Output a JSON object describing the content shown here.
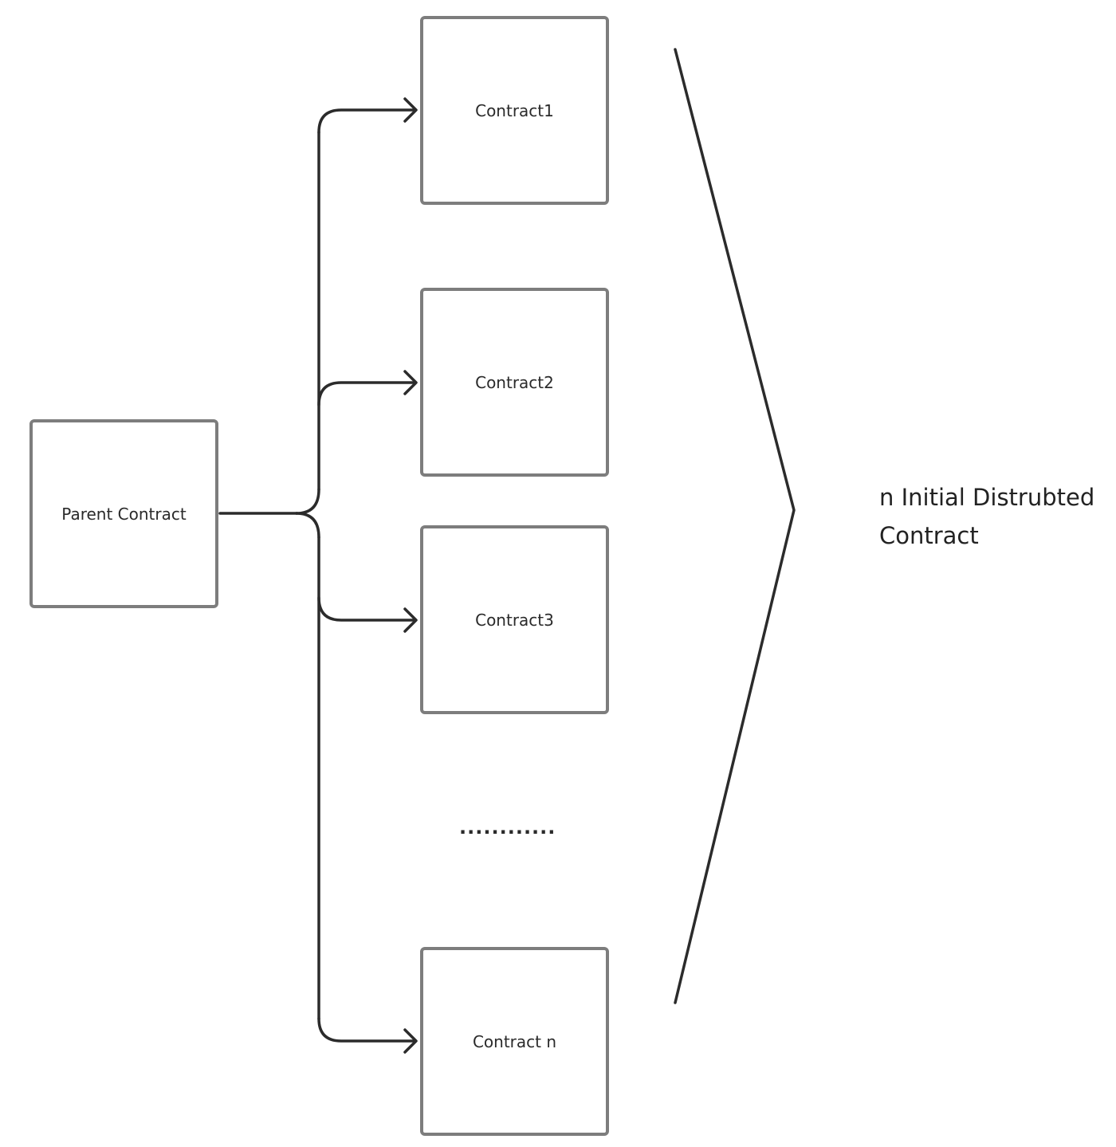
{
  "parent": {
    "label": "Parent Contract"
  },
  "children": [
    {
      "label": "Contract1"
    },
    {
      "label": "Contract2"
    },
    {
      "label": "Contract3"
    },
    {
      "label": "Contract n"
    }
  ],
  "ellipsis": "............",
  "summary": {
    "text": "n Initial Distrubted Contract"
  },
  "colors": {
    "box_border": "#7d7d7d",
    "connector": "#2b2b2b"
  }
}
